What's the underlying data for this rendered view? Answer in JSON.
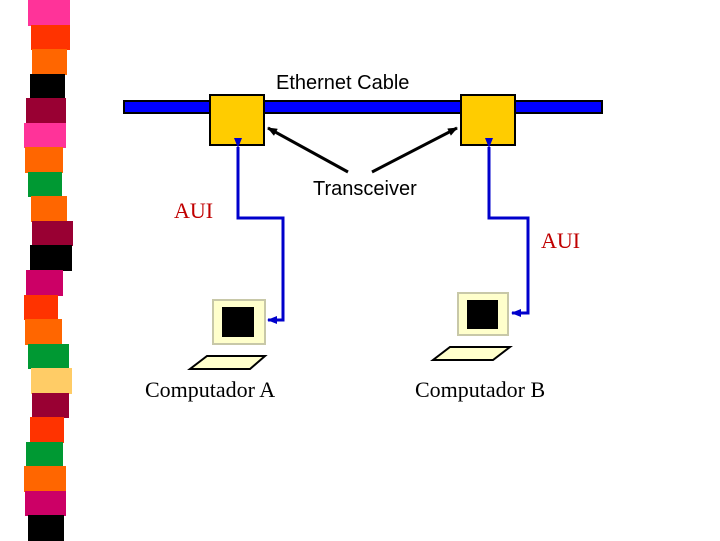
{
  "diagram": {
    "title": "Ethernet Cable",
    "transceiver_label": "Transceiver",
    "aui_left_label": "AUI",
    "aui_right_label": "AUI",
    "computer_a_label": "Computador A",
    "computer_b_label": "Computador B"
  },
  "colors": {
    "cable": "#0000ff",
    "transceiver_fill": "#ffcc00",
    "aui_line": "#0000cc",
    "aui_text": "#c00000",
    "screen": "#000000",
    "monitor_fill": "#ffffcc",
    "arrow": "#000000"
  },
  "decor_stripe_colors": [
    "#ff3399",
    "#ff3300",
    "#ff6600",
    "#000000",
    "#990033",
    "#ff3399",
    "#ff6600",
    "#009933",
    "#ff6600",
    "#990033",
    "#000000",
    "#cc0066",
    "#ff3300",
    "#ff6600",
    "#009933",
    "#ffcc66",
    "#990033",
    "#ff3300",
    "#009933",
    "#ff6600",
    "#cc0066",
    "#000000"
  ]
}
